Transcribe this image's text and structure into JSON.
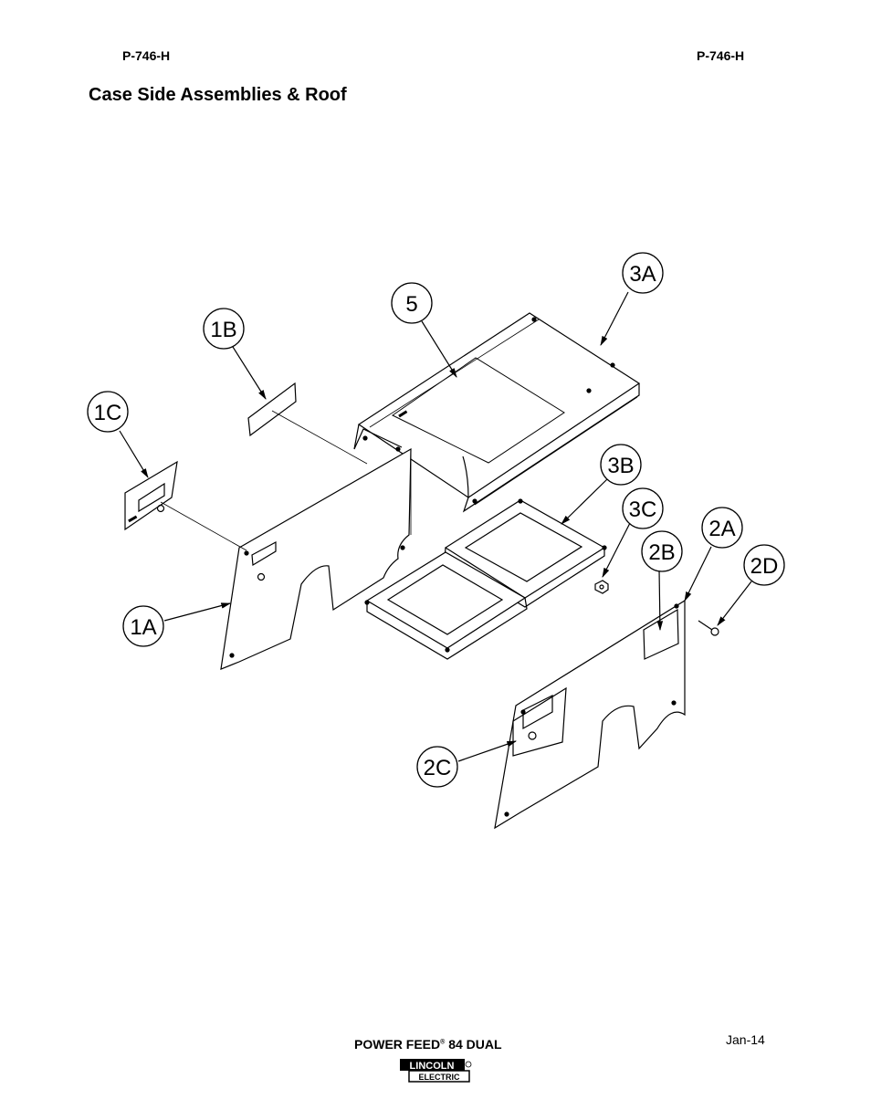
{
  "header": {
    "doc_number_left": "P-746-H",
    "doc_number_right": "P-746-H",
    "title": "Case Side Assemblies & Roof"
  },
  "callouts": {
    "c3A": "3A",
    "c5": "5",
    "c1B": "1B",
    "c1C": "1C",
    "c3B": "3B",
    "c3C": "3C",
    "c2A": "2A",
    "c2B": "2B",
    "c2D": "2D",
    "c1A": "1A",
    "c2C": "2C"
  },
  "footer": {
    "product_name": "POWER FEED",
    "registered_mark": "®",
    "product_model": "84 DUAL",
    "date": "Jan-14",
    "logo_top": "LINCOLN",
    "logo_bottom": "ELECTRIC"
  }
}
